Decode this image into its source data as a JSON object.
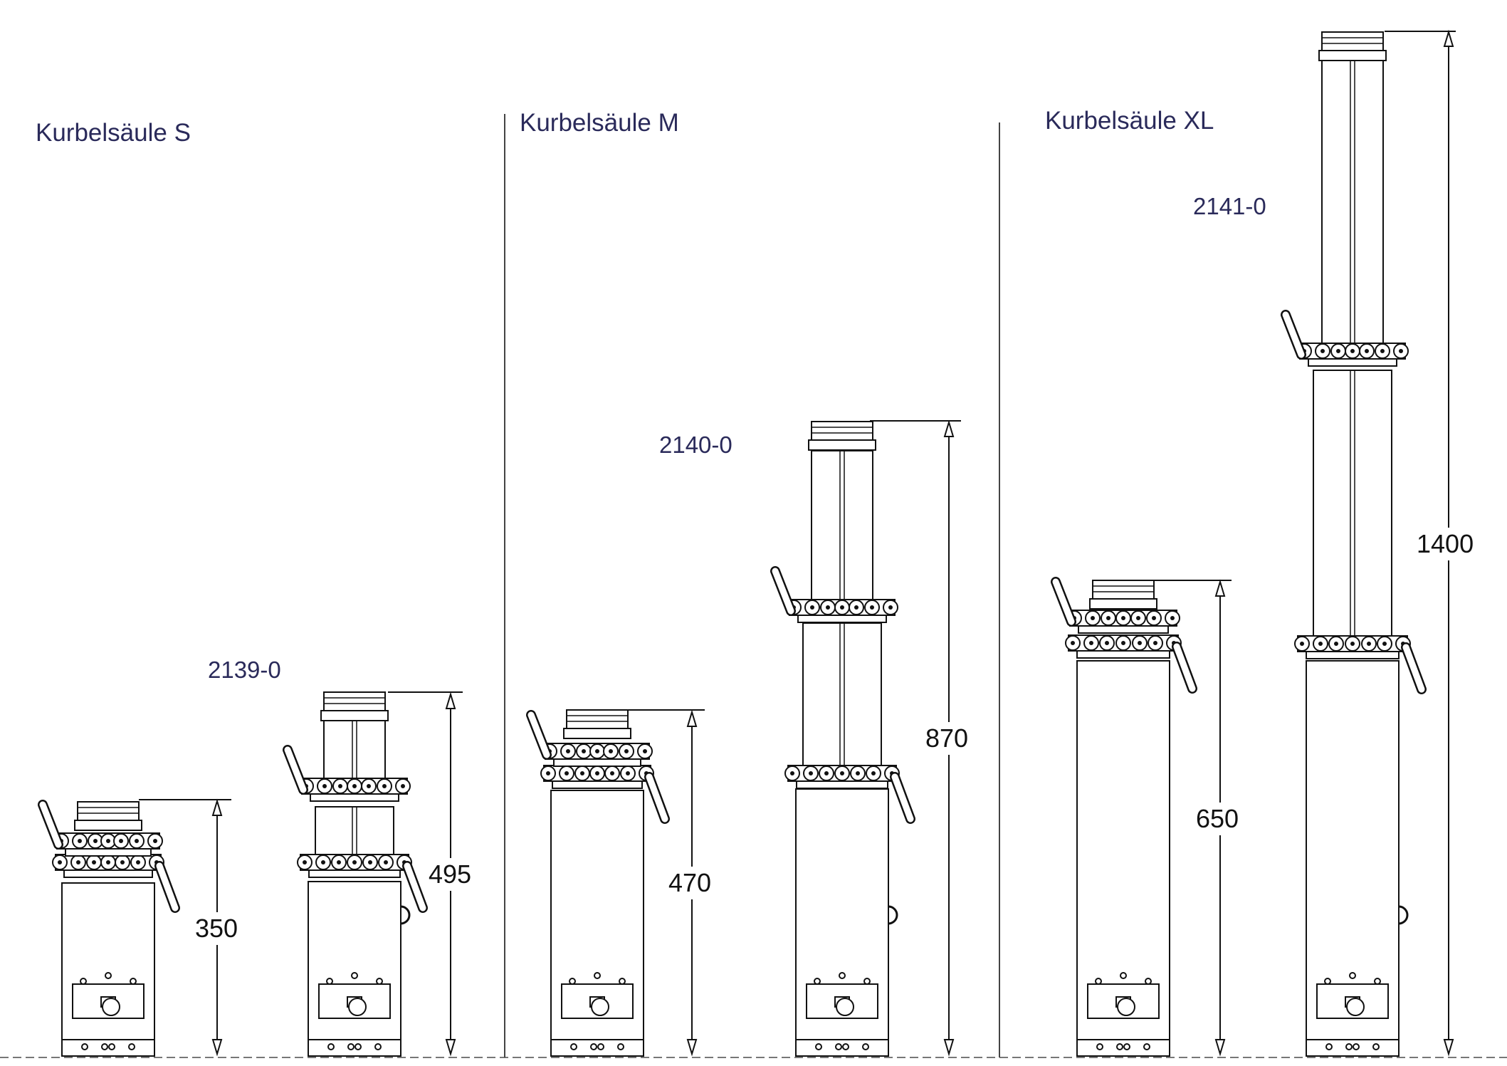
{
  "sections": [
    {
      "title": "Kurbelsäule S",
      "code": "2139-0",
      "heights": {
        "closed": "350",
        "open": "495"
      }
    },
    {
      "title": "Kurbelsäule M",
      "code": "2140-0",
      "heights": {
        "closed": "470",
        "open": "870"
      }
    },
    {
      "title": "Kurbelsäule XL",
      "code": "2141-0",
      "heights": {
        "closed": "650",
        "open": "1400"
      }
    }
  ],
  "colors": {
    "text": "#2a2a5a",
    "line": "#111111"
  }
}
